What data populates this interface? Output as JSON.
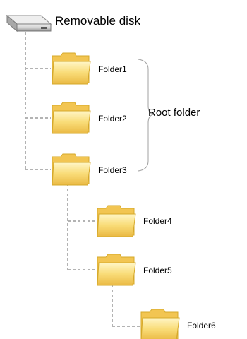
{
  "drive": {
    "label": "Removable disk",
    "icon": "removable-disk-icon"
  },
  "root_label": "Root folder",
  "folders": [
    {
      "label": "Folder1",
      "icon": "folder-icon"
    },
    {
      "label": "Folder2",
      "icon": "folder-icon"
    },
    {
      "label": "Folder3",
      "icon": "folder-icon"
    },
    {
      "label": "Folder4",
      "icon": "folder-icon"
    },
    {
      "label": "Folder5",
      "icon": "folder-icon"
    },
    {
      "label": "Folder6",
      "icon": "folder-icon"
    }
  ],
  "colors": {
    "connector": "#b3b3b3",
    "folder_fill": "#f6d36a",
    "folder_edge": "#d6a92a",
    "bracket": "#a0a0a0"
  }
}
